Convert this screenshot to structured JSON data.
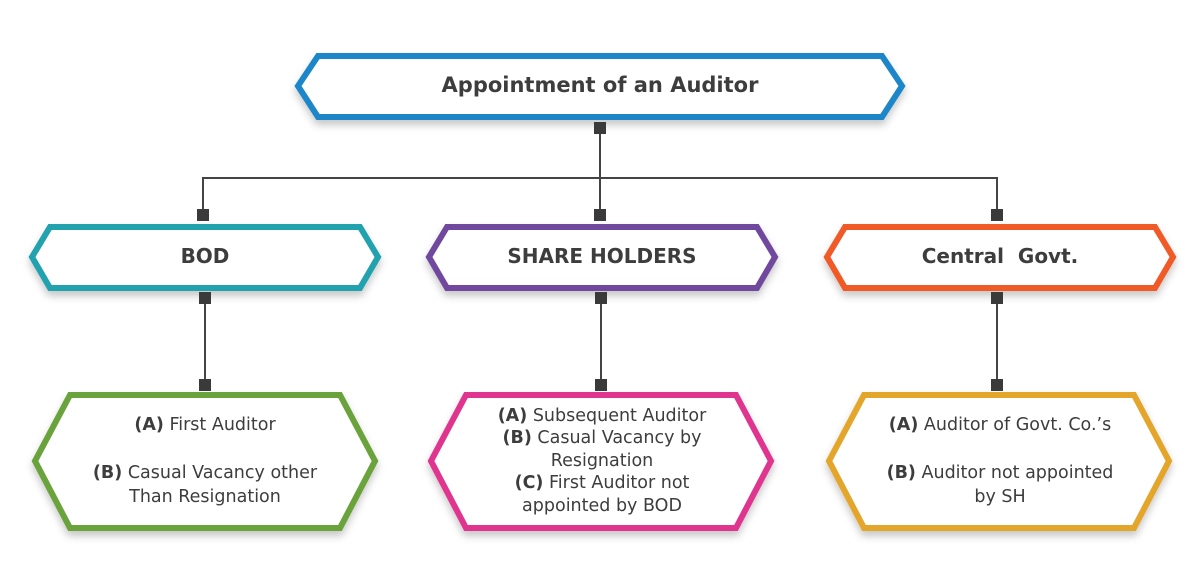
{
  "title": "Appointment of an Auditor",
  "colors": {
    "title_border": "#1f86c8",
    "bod_border": "#22a1ae",
    "shareholders_border": "#6f4a9e",
    "govt_border": "#f05a28",
    "bod_detail_border": "#6aa23a",
    "shareholders_detail_border": "#e0358f",
    "govt_detail_border": "#e3a52a",
    "connector": "#444444"
  },
  "branches": [
    {
      "heading": "BOD",
      "items": [
        {
          "tag": "(A)",
          "text": "First Auditor"
        },
        {
          "tag": "(B)",
          "text": "Casual Vacancy other",
          "cont": "Than Resignation"
        }
      ]
    },
    {
      "heading": "SHARE HOLDERS",
      "items": [
        {
          "tag": "(A)",
          "text": "Subsequent Auditor"
        },
        {
          "tag": "(B)",
          "text": "Casual Vacancy by",
          "cont": "Resignation"
        },
        {
          "tag": "(C)",
          "text": "First Auditor not",
          "cont": "appointed by BOD"
        }
      ]
    },
    {
      "heading": "Central  Govt.",
      "items": [
        {
          "tag": "(A)",
          "text": "Auditor of Govt. Co.’s"
        },
        {
          "tag": "(B)",
          "text": "Auditor not appointed",
          "cont": "by SH"
        }
      ]
    }
  ]
}
